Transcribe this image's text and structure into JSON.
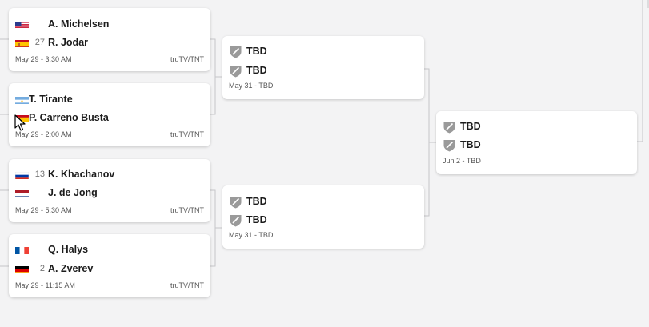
{
  "round1": [
    {
      "players": [
        {
          "flag": "usa-flag",
          "seed": "",
          "name": "A. Michelsen"
        },
        {
          "flag": "spain-flag",
          "seed": "27",
          "name": "R. Jodar"
        }
      ],
      "date": "May 29 - 3:30 AM",
      "network": "truTV/TNT"
    },
    {
      "players": [
        {
          "flag": "argentina-flag",
          "seed": "",
          "name": "T. Tirante"
        },
        {
          "flag": "spain-flag",
          "seed": "",
          "name": "P. Carreno Busta"
        }
      ],
      "date": "May 29 - 2:00 AM",
      "network": "truTV/TNT"
    },
    {
      "players": [
        {
          "flag": "russia-flag",
          "seed": "13",
          "name": "K. Khachanov"
        },
        {
          "flag": "netherlands-flag",
          "seed": "",
          "name": "J. de Jong"
        }
      ],
      "date": "May 29 - 5:30 AM",
      "network": "truTV/TNT"
    },
    {
      "players": [
        {
          "flag": "france-flag",
          "seed": "",
          "name": "Q. Halys"
        },
        {
          "flag": "germany-flag",
          "seed": "2",
          "name": "A. Zverev"
        }
      ],
      "date": "May 29 - 11:15 AM",
      "network": "truTV/TNT"
    }
  ],
  "round2": [
    {
      "players": [
        "TBD",
        "TBD"
      ],
      "date": "May 31 - TBD"
    },
    {
      "players": [
        "TBD",
        "TBD"
      ],
      "date": "May 31 - TBD"
    }
  ],
  "round3": [
    {
      "players": [
        "TBD",
        "TBD"
      ],
      "date": "Jun 2 - TBD"
    }
  ],
  "colors": {
    "background": "#f3f3f4",
    "card": "#ffffff",
    "connector": "#c6c6c9",
    "shield": "#9a9a9a"
  }
}
